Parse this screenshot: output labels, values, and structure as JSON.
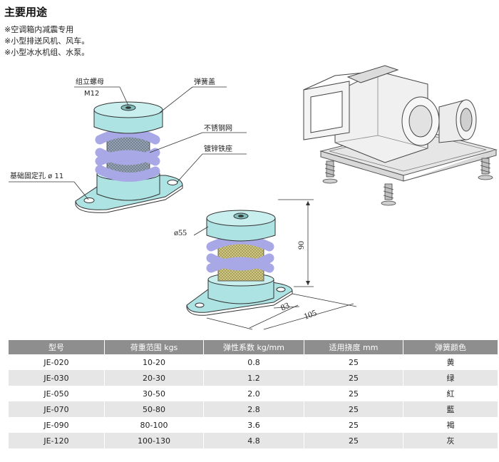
{
  "heading": "主要用途",
  "uses": [
    "※空调箱内减震专用",
    "※小型排送风机、风车。",
    "※小型冰水机组、水泵。"
  ],
  "labels": {
    "nut": "组立螺母",
    "nut_size": "M12",
    "spring_cap": "弹簧盖",
    "mesh": "不锈钢网",
    "base": "镀锌铁座",
    "hole": "基础固定孔 ø 11"
  },
  "dimensions": {
    "diameter": "ø55",
    "height": "90",
    "width_a": "83",
    "width_b": "105"
  },
  "colors": {
    "rubber": "#aee3e3",
    "spring": "#a8a8e6",
    "mesh_upper": "#9aa8ba",
    "mesh_lower": "#d4cc86",
    "table_header": "#8e8e8e",
    "table_stripe": "#e6e6e6"
  },
  "table": {
    "headers": [
      "型号",
      "荷重范围 kgs",
      "弹性系数 kg/mm",
      "适用挠度 mm",
      "弹簧颜色"
    ],
    "rows": [
      [
        "JE-020",
        "10-20",
        "0.8",
        "25",
        "黄"
      ],
      [
        "JE-030",
        "20-30",
        "1.2",
        "25",
        "绿"
      ],
      [
        "JE-050",
        "30-50",
        "2.0",
        "25",
        "紅"
      ],
      [
        "JE-070",
        "50-80",
        "2.8",
        "25",
        "藍"
      ],
      [
        "JE-090",
        "80-100",
        "3.6",
        "25",
        "褐"
      ],
      [
        "JE-120",
        "100-130",
        "4.8",
        "25",
        "灰"
      ]
    ]
  }
}
